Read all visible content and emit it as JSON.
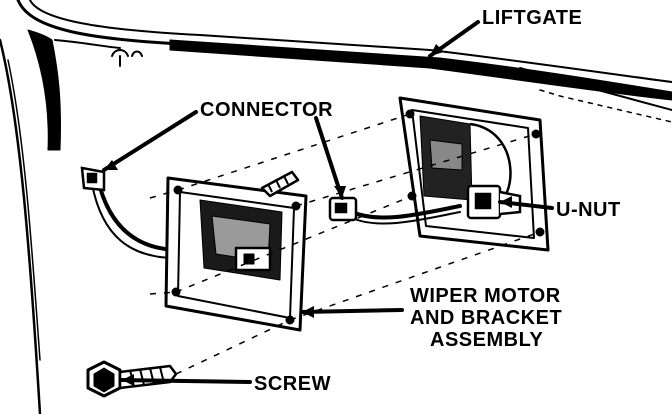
{
  "labels": {
    "liftgate": "LIFTGATE",
    "connector": "CONNECTOR",
    "u_nut": "U-NUT",
    "wiper_line1": "WIPER MOTOR",
    "wiper_line2": "AND BRACKET",
    "wiper_line3": "ASSEMBLY",
    "screw": "SCREW"
  }
}
